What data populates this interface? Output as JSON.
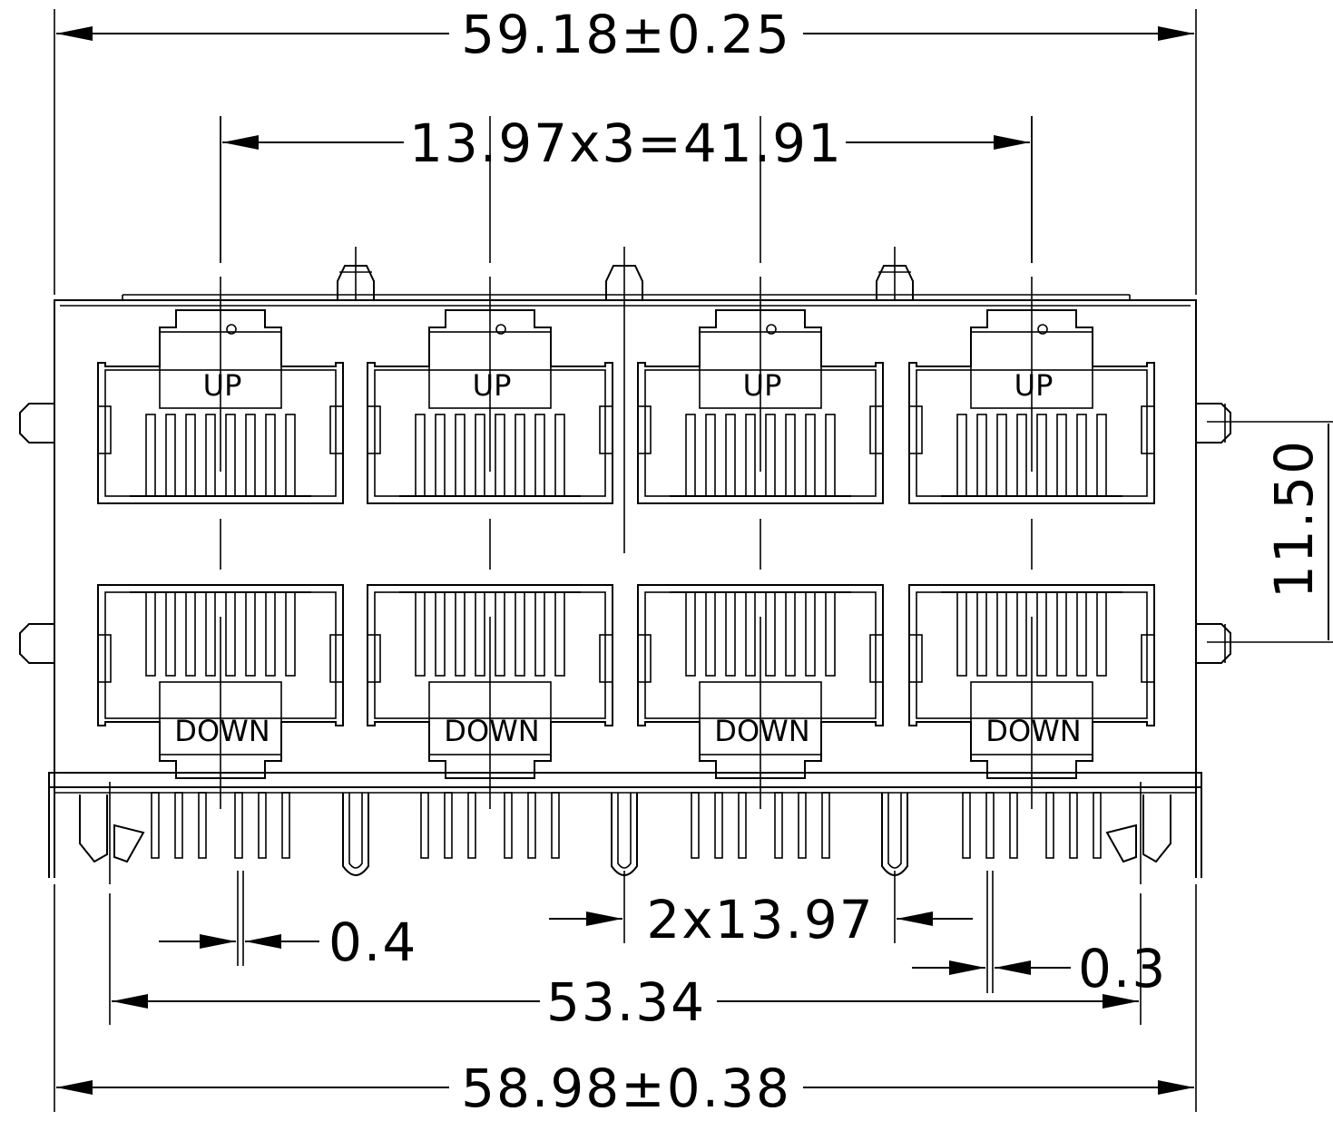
{
  "dimensions": {
    "overall_top": "59.18±0.25",
    "pitch_top": "13.97x3=41.91",
    "height_right": "11.50",
    "pin_width_left": "0.4",
    "pitch_bottom": "2x13.97",
    "pin_width_right": "0.3",
    "pin_span": "53.34",
    "overall_bottom": "58.98±0.38"
  },
  "ports": {
    "top_row_label": "UP",
    "bottom_row_label": "DOWN",
    "columns": 4,
    "contacts_per_port": 8
  },
  "colors": {
    "line": "#000000",
    "background": "#ffffff"
  }
}
